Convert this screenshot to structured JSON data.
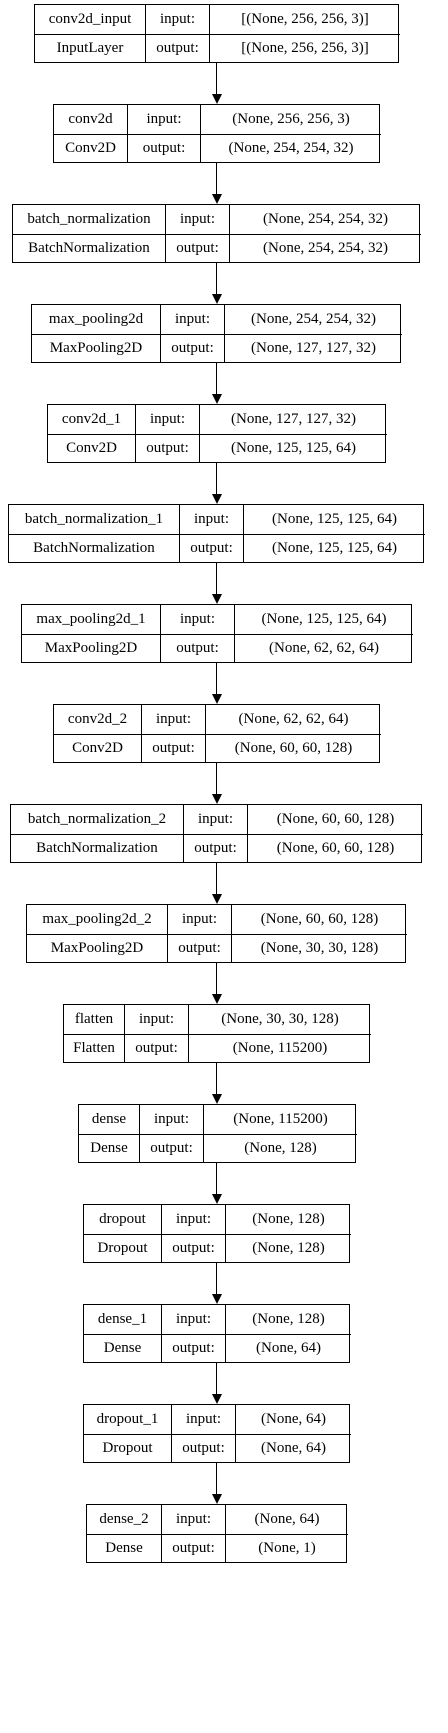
{
  "diagram": {
    "nodes": [
      {
        "name": "conv2d_input",
        "type": "InputLayer",
        "input_label": "input:",
        "output_label": "output:",
        "input": "[(None, 256, 256, 3)]",
        "output": "[(None, 256, 256, 3)]"
      },
      {
        "name": "conv2d",
        "type": "Conv2D",
        "input_label": "input:",
        "output_label": "output:",
        "input": "(None, 256, 256, 3)",
        "output": "(None, 254, 254, 32)"
      },
      {
        "name": "batch_normalization",
        "type": "BatchNormalization",
        "input_label": "input:",
        "output_label": "output:",
        "input": "(None, 254, 254, 32)",
        "output": "(None, 254, 254, 32)"
      },
      {
        "name": "max_pooling2d",
        "type": "MaxPooling2D",
        "input_label": "input:",
        "output_label": "output:",
        "input": "(None, 254, 254, 32)",
        "output": "(None, 127, 127, 32)"
      },
      {
        "name": "conv2d_1",
        "type": "Conv2D",
        "input_label": "input:",
        "output_label": "output:",
        "input": "(None, 127, 127, 32)",
        "output": "(None, 125, 125, 64)"
      },
      {
        "name": "batch_normalization_1",
        "type": "BatchNormalization",
        "input_label": "input:",
        "output_label": "output:",
        "input": "(None, 125, 125, 64)",
        "output": "(None, 125, 125, 64)"
      },
      {
        "name": "max_pooling2d_1",
        "type": "MaxPooling2D",
        "input_label": "input:",
        "output_label": "output:",
        "input": "(None, 125, 125, 64)",
        "output": "(None, 62, 62, 64)"
      },
      {
        "name": "conv2d_2",
        "type": "Conv2D",
        "input_label": "input:",
        "output_label": "output:",
        "input": "(None, 62, 62, 64)",
        "output": "(None, 60, 60, 128)"
      },
      {
        "name": "batch_normalization_2",
        "type": "BatchNormalization",
        "input_label": "input:",
        "output_label": "output:",
        "input": "(None, 60, 60, 128)",
        "output": "(None, 60, 60, 128)"
      },
      {
        "name": "max_pooling2d_2",
        "type": "MaxPooling2D",
        "input_label": "input:",
        "output_label": "output:",
        "input": "(None, 60, 60, 128)",
        "output": "(None, 30, 30, 128)"
      },
      {
        "name": "flatten",
        "type": "Flatten",
        "input_label": "input:",
        "output_label": "output:",
        "input": "(None, 30, 30, 128)",
        "output": "(None, 115200)"
      },
      {
        "name": "dense",
        "type": "Dense",
        "input_label": "input:",
        "output_label": "output:",
        "input": "(None, 115200)",
        "output": "(None, 128)"
      },
      {
        "name": "dropout",
        "type": "Dropout",
        "input_label": "input:",
        "output_label": "output:",
        "input": "(None, 128)",
        "output": "(None, 128)"
      },
      {
        "name": "dense_1",
        "type": "Dense",
        "input_label": "input:",
        "output_label": "output:",
        "input": "(None, 128)",
        "output": "(None, 64)"
      },
      {
        "name": "dropout_1",
        "type": "Dropout",
        "input_label": "input:",
        "output_label": "output:",
        "input": "(None, 64)",
        "output": "(None, 64)"
      },
      {
        "name": "dense_2",
        "type": "Dense",
        "input_label": "input:",
        "output_label": "output:",
        "input": "(None, 64)",
        "output": "(None, 1)"
      }
    ]
  }
}
